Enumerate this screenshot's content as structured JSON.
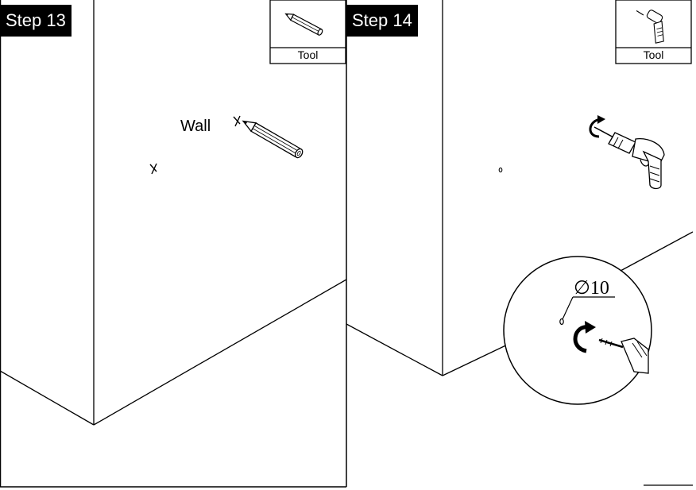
{
  "steps": [
    {
      "label": "Step 13",
      "tool_label": "Tool",
      "tool_icon": "pencil-icon",
      "wall_label": "Wall"
    },
    {
      "label": "Step 14",
      "tool_label": "Tool",
      "tool_icon": "drill-icon",
      "dimension_label": "∅10"
    }
  ]
}
